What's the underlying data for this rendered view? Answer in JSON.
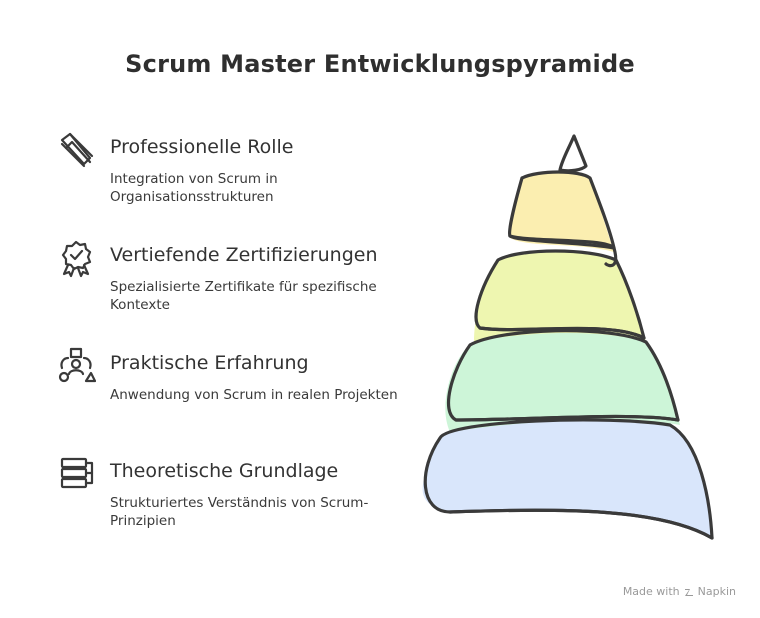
{
  "title": "Scrum Master Entwicklungspyramide",
  "items": [
    {
      "icon": "pencil-stack-icon",
      "heading": "Professionelle Rolle",
      "description": "Integration von Scrum in Organisationsstrukturen"
    },
    {
      "icon": "certificate-badge-icon",
      "heading": "Vertiefende Zertifizierungen",
      "description": "Spezialisierte Zertifikate für spezifische Kontexte"
    },
    {
      "icon": "people-shapes-icon",
      "heading": "Praktische Erfahrung",
      "description": "Anwendung von Scrum in realen Projekten"
    },
    {
      "icon": "stacked-layers-icon",
      "heading": "Theoretische Grundlage",
      "description": "Strukturiertes Verständnis von Scrum-Prinzipien"
    }
  ],
  "footer": {
    "made_with": "Made with",
    "brand": "Napkin"
  },
  "colors": {
    "layer_top": "#fbeeb0",
    "layer_2": "#eef6b0",
    "layer_3": "#cdf5d8",
    "layer_bottom": "#d9e6fb",
    "outline": "#3a3a3a"
  }
}
